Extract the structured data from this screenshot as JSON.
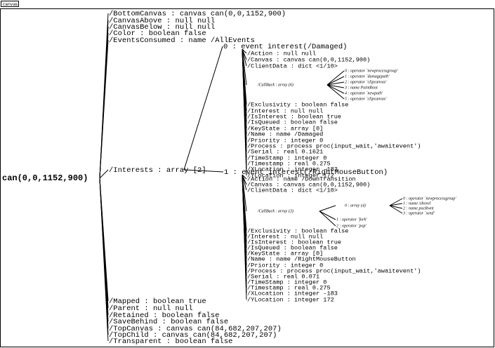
{
  "window": {
    "menu_label": "canvas ▾"
  },
  "root_label": "can(0,0,1152,900)",
  "level1_top": [
    "/BottomCanvas : canvas can(0,0,1152,900)",
    "/CanvasAbove : null null",
    "/CanvasBelow : null null",
    "/Color : boolean false",
    "/EventsConsumed : name /AllEvents"
  ],
  "interests_label": "/Interests : array [2]",
  "level1_bottom": [
    "/Mapped : boolean true",
    "/Parent : null null",
    "/Retained : boolean false",
    "/SaveBehind : boolean false",
    "/TopCanvas : canvas can(84,682,207,207)",
    "/TopChild : canvas can(84,682,207,207)",
    "/Transparent : boolean false"
  ],
  "interest0": {
    "label": "0 : event interest(/Damaged)",
    "props_top": [
      "/Action : null null",
      "/Canvas : canvas can(0,0,1152,900)",
      "/ClientData : dict <1/10>"
    ],
    "callback_label": "/CallBack : array (6)",
    "callback_items": [
      "0 : operator `newprocessgroup'",
      "1 : operator `damagepath'",
      "2 : operator `clipcanvas'",
      "3 : name PaintRoot",
      "4 : operator `newpath'",
      "5 : operator `clipcanvas'"
    ],
    "props_bottom": [
      "/Exclusivity : boolean false",
      "/Interest : null null",
      "/IsInterest : boolean true",
      "/IsQueued : boolean false",
      "/KeyState : array [0]",
      "/Name : name /Damaged",
      "/Priority : integer 0",
      "/Process : process proc(input_wait,'awaitevent')",
      "/Serial : real 0.1621",
      "/TimeStamp : integer 0",
      "/Timestamp : real 0.275",
      "/XLocation : integer -183",
      "/YLocation : integer 172"
    ]
  },
  "interest1": {
    "label": "1 : event interest(/RightMouseButton)",
    "props_top": [
      "/Action : name /DownTransition",
      "/Canvas : canvas can(0,0,1152,900)",
      "/ClientData : dict <1/10>"
    ],
    "callback_label": "/CallBack : array (3)",
    "sub_array_label": "0 : array (4)",
    "sub_array_items": [
      "0 : operator `newprocessgroup'",
      "1 : name /shovel",
      "2 : name pocRwnt",
      "3 : operator `send'"
    ],
    "callback_items": [
      "1 : operator `fork'",
      "2 : operator `pop'"
    ],
    "props_bottom": [
      "/Exclusivity : boolean false",
      "/Interest : null null",
      "/IsInterest : boolean true",
      "/IsQueued : boolean false",
      "/KeyState : array [0]",
      "/Name : name /RightMouseButton",
      "/Priority : integer 0",
      "/Process : process proc(input_wait,'awaitevent')",
      "/Serial : real 0.071",
      "/TimeStamp : integer 0",
      "/Timestamp : real 0.275",
      "/XLocation : integer -183",
      "/YLocation : integer 172"
    ]
  }
}
